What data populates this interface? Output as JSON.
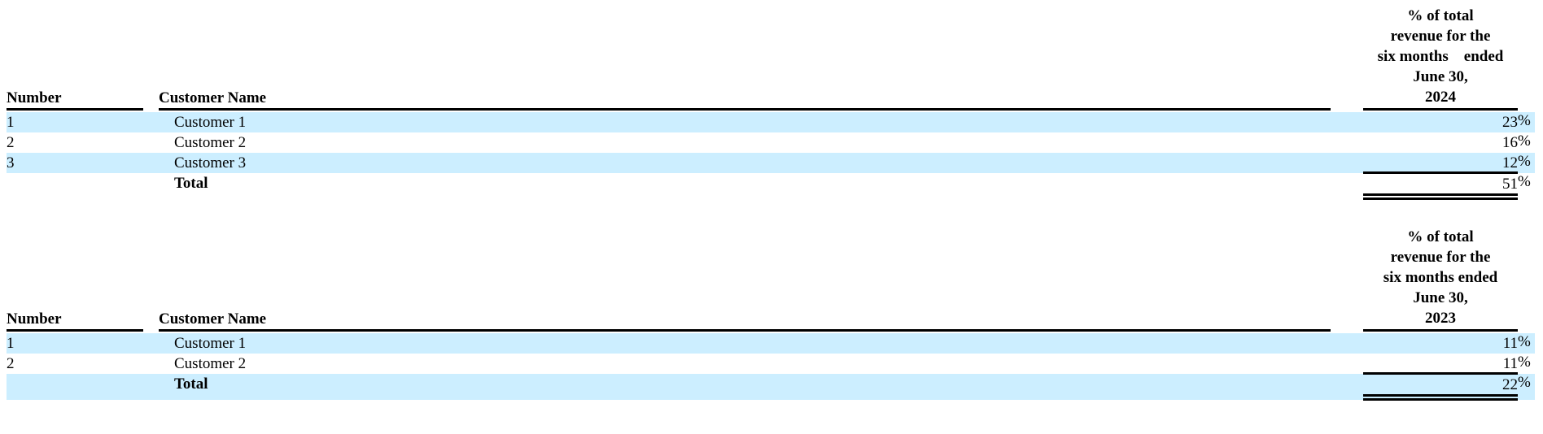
{
  "tables": [
    {
      "header": {
        "number": "Number",
        "customer_name": "Customer Name",
        "pct_lines": [
          "% of total",
          "revenue for the",
          "six months    ended",
          "June 30,",
          "2024"
        ]
      },
      "rows": [
        {
          "number": "1",
          "name": "Customer 1",
          "value": "23",
          "pct": "%"
        },
        {
          "number": "2",
          "name": "Customer 2",
          "value": "16",
          "pct": "%"
        },
        {
          "number": "3",
          "name": "Customer 3",
          "value": "12",
          "pct": "%"
        }
      ],
      "total": {
        "label": "Total",
        "value": "51",
        "pct": "%"
      }
    },
    {
      "header": {
        "number": "Number",
        "customer_name": "Customer Name",
        "pct_lines": [
          "% of total",
          "revenue for the",
          "six months ended",
          "June 30,",
          "2023"
        ]
      },
      "rows": [
        {
          "number": "1",
          "name": "Customer 1",
          "value": "11",
          "pct": "%"
        },
        {
          "number": "2",
          "name": "Customer 2",
          "value": "11",
          "pct": "%"
        }
      ],
      "total": {
        "label": "Total",
        "value": "22",
        "pct": "%"
      }
    }
  ],
  "colors": {
    "row_shade": "#cceeff",
    "text": "#000000"
  }
}
